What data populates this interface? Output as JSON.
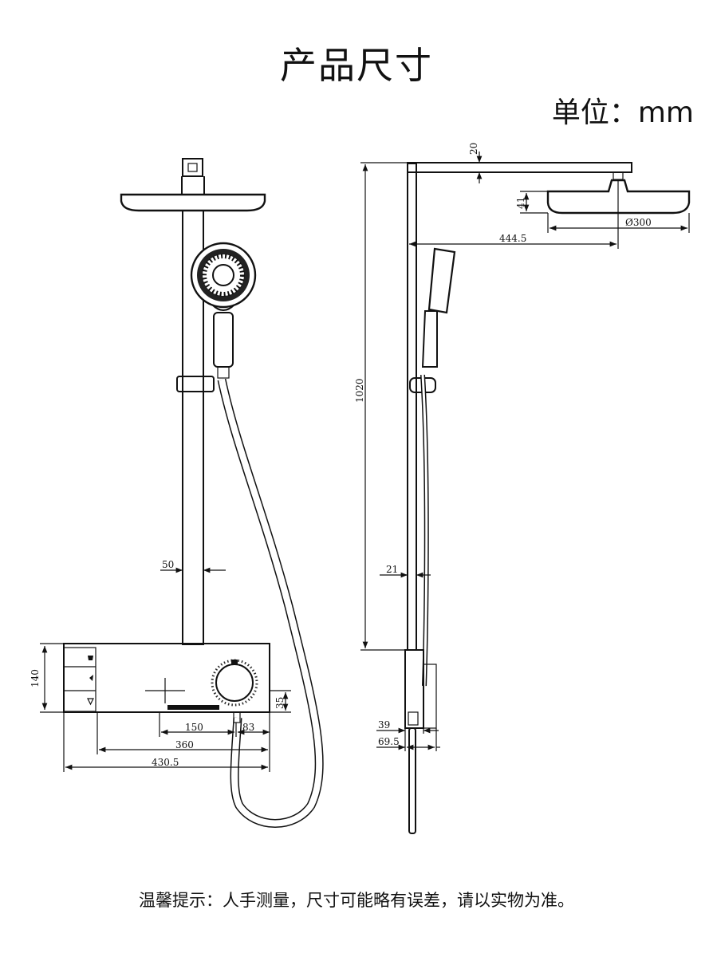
{
  "header": {
    "title": "产品尺寸",
    "unit_label": "单位：mm"
  },
  "front_view": {
    "dims": {
      "pipe_width": "50",
      "box_height": "140",
      "outlet_height": "35",
      "offset_150": "150",
      "offset_83": "83",
      "width_360": "360",
      "total_width": "430.5"
    }
  },
  "side_view": {
    "dims": {
      "arm_thickness": "20",
      "head_thickness": "41",
      "head_diameter": "Ø300",
      "arm_reach": "444.5",
      "height": "1020",
      "pipe_width": "21",
      "depth_39": "39",
      "depth_69_5": "69.5"
    }
  },
  "footer": {
    "note": "温馨提示：人手测量，尺寸可能略有误差，请以实物为准。"
  }
}
